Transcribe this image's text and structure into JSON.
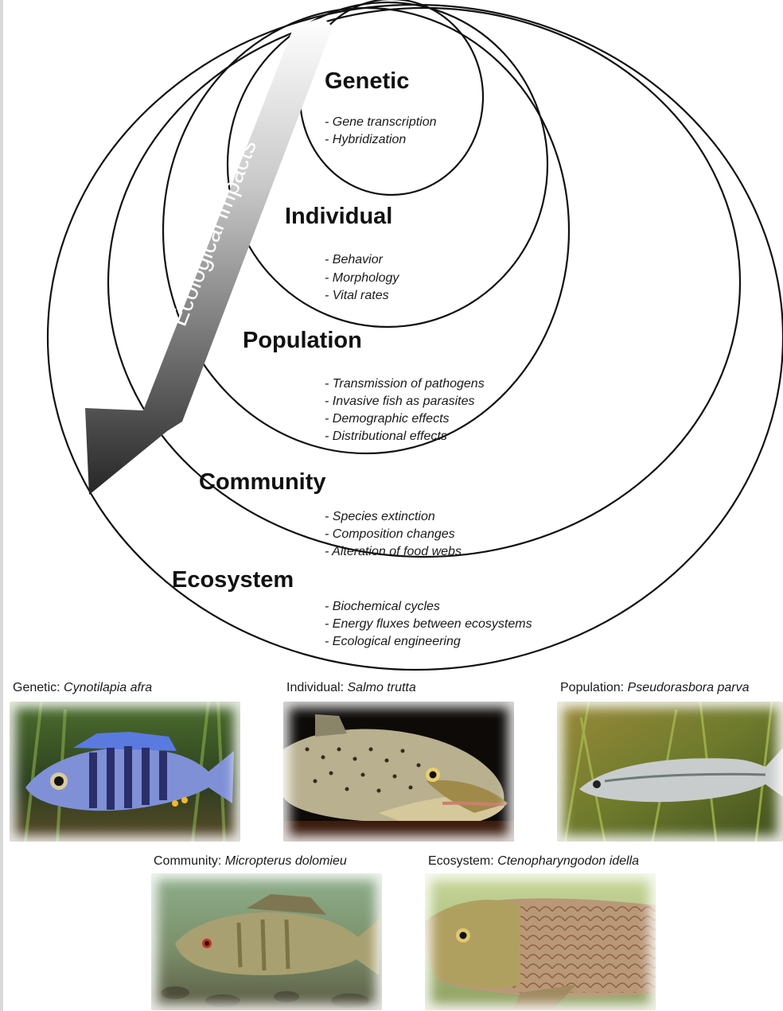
{
  "arrow": {
    "label": "Ecological impacts"
  },
  "levels": [
    {
      "title": "Genetic",
      "items": [
        "- Gene transcription",
        "- Hybridization"
      ]
    },
    {
      "title": "Individual",
      "items": [
        "- Behavior",
        "- Morphology",
        "- Vital rates"
      ]
    },
    {
      "title": "Population",
      "items": [
        "- Transmission of pathogens",
        "- Invasive fish as parasites",
        "- Demographic effects",
        "- Distributional effects"
      ]
    },
    {
      "title": "Community",
      "items": [
        "- Species extinction",
        "- Composition changes",
        "- Alteration of food webs"
      ]
    },
    {
      "title": "Ecosystem",
      "items": [
        "- Biochemical cycles",
        "- Energy fluxes between ecosystems",
        "- Ecological engineering"
      ]
    }
  ],
  "photos": [
    {
      "level_label": "Genetic: ",
      "species": "Cynotilapia afra",
      "depiction": "blue-striped-cichlid"
    },
    {
      "level_label": "Individual: ",
      "species": "Salmo trutta",
      "depiction": "brown-trout"
    },
    {
      "level_label": "Population: ",
      "species": "Pseudorasbora parva",
      "depiction": "silver-minnow"
    },
    {
      "level_label": "Community: ",
      "species": "Micropterus dolomieu",
      "depiction": "smallmouth-bass"
    },
    {
      "level_label": "Ecosystem: ",
      "species": "Ctenopharyngodon idella",
      "depiction": "grass-carp"
    }
  ]
}
